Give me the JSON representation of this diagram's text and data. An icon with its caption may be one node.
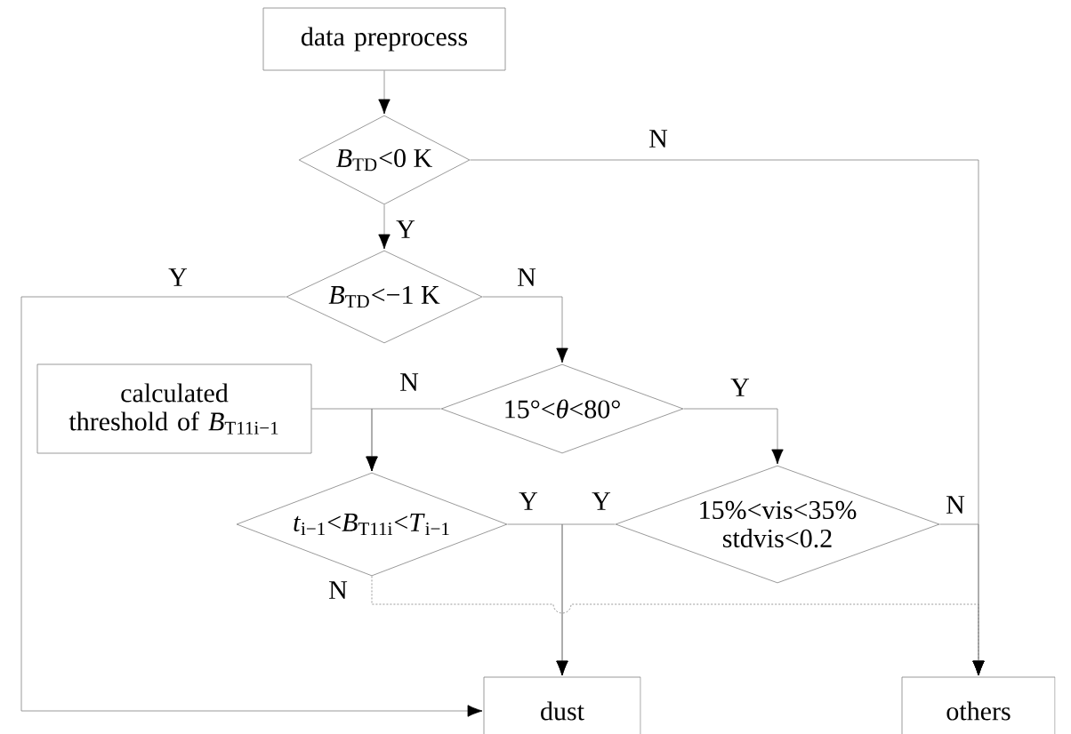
{
  "diagram": {
    "nodes": [
      {
        "text": [
          "data preprocess"
        ]
      },
      {
        "text": [
          "*B*$_{TD}$<0 K"
        ]
      },
      {
        "text": [
          "*B*$_{TD}$<−1 K"
        ]
      },
      {
        "text": [
          "calculated threshold of *B*$_{T11i−1}$"
        ]
      },
      {
        "text": [
          "15°<*θ*<80°"
        ]
      },
      {
        "text": [
          "*t*$_{i−1}$<*B*$_{T11i}$<*T*$_{i−1}$"
        ]
      },
      {
        "text": [
          "15%<vis<35% stdvis<0.2"
        ]
      },
      {
        "text": [
          "dust"
        ]
      },
      {
        "text": [
          "others"
        ]
      }
    ],
    "edges": [
      {
        "from": 0,
        "to": 1,
        "arrow": "to"
      },
      {
        "from": 1,
        "to": 8,
        "arrow": "to",
        "label": "N"
      },
      {
        "from": 1,
        "to": 2,
        "arrow": "to",
        "label": "Y"
      },
      {
        "from": 2,
        "to": 7,
        "arrow": "to",
        "label": "Y"
      },
      {
        "from": 2,
        "to": 4,
        "arrow": "to",
        "label": "N"
      },
      {
        "from": 4,
        "to": 5,
        "arrow": "to",
        "label": "N"
      },
      {
        "from": 3,
        "to": 5,
        "arrow": "to"
      },
      {
        "from": 4,
        "to": 6,
        "arrow": "to",
        "label": "Y"
      },
      {
        "from": 5,
        "to": 7,
        "arrow": "to",
        "label": "Y"
      },
      {
        "from": 6,
        "to": 7,
        "arrow": "to",
        "label": "Y"
      },
      {
        "from": 6,
        "to": 8,
        "arrow": "to",
        "label": "N"
      },
      {
        "from": 5,
        "to": 8,
        "arrow": "to",
        "label": "N",
        "style": "dashed"
      }
    ]
  }
}
